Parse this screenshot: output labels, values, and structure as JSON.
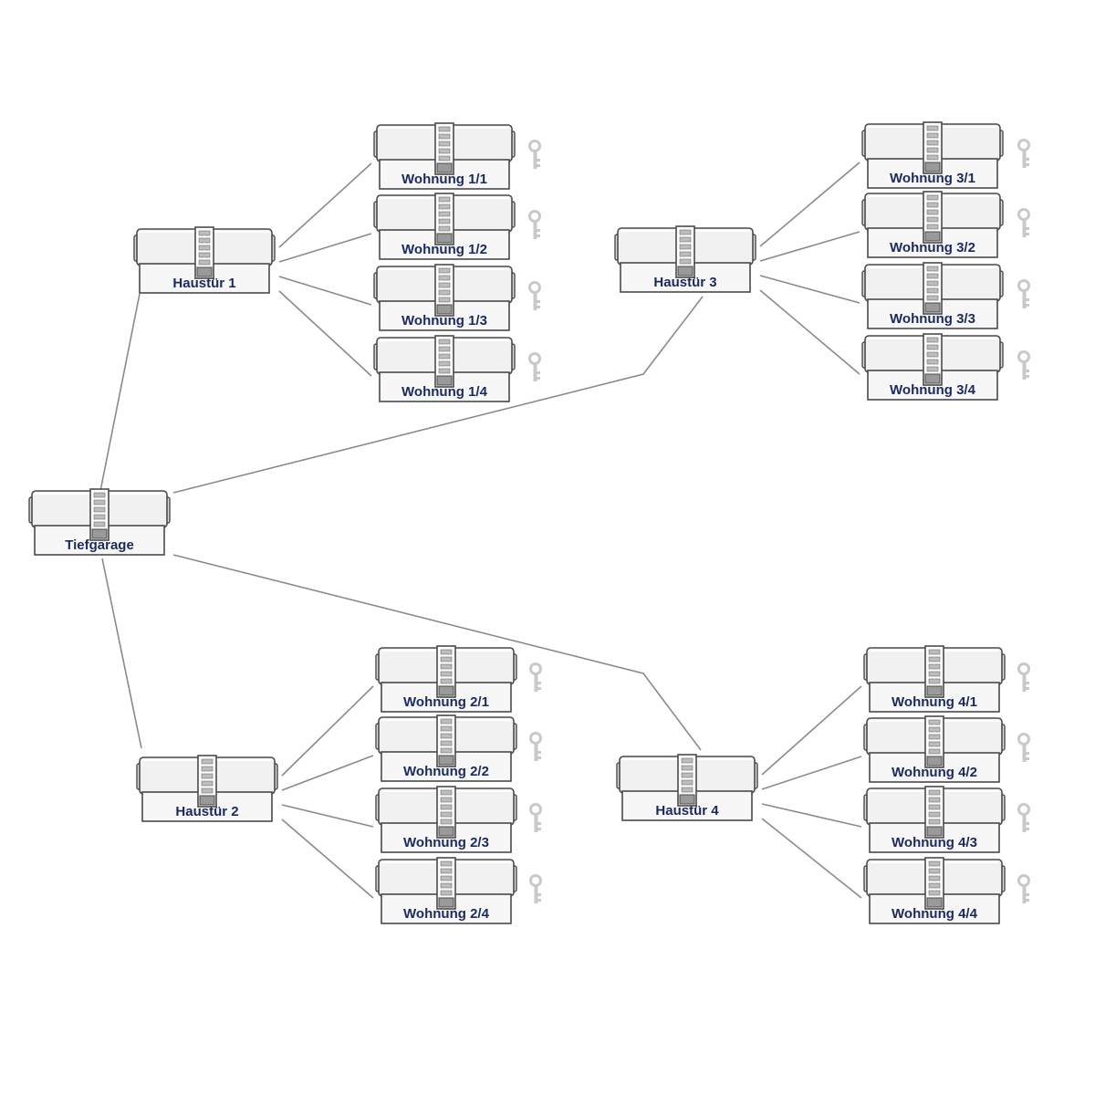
{
  "root": {
    "id": "tiefgarage",
    "label": "Tiefgarage"
  },
  "groups": [
    {
      "id": "haustuer-1",
      "label": "Haustür 1",
      "children": [
        {
          "id": "wohnung-1-1",
          "label": "Wohnung 1/1"
        },
        {
          "id": "wohnung-1-2",
          "label": "Wohnung 1/2"
        },
        {
          "id": "wohnung-1-3",
          "label": "Wohnung 1/3"
        },
        {
          "id": "wohnung-1-4",
          "label": "Wohnung 1/4"
        }
      ]
    },
    {
      "id": "haustuer-3",
      "label": "Haustür 3",
      "children": [
        {
          "id": "wohnung-3-1",
          "label": "Wohnung 3/1"
        },
        {
          "id": "wohnung-3-2",
          "label": "Wohnung 3/2"
        },
        {
          "id": "wohnung-3-3",
          "label": "Wohnung 3/3"
        },
        {
          "id": "wohnung-3-4",
          "label": "Wohnung 3/4"
        }
      ]
    },
    {
      "id": "haustuer-2",
      "label": "Haustür 2",
      "children": [
        {
          "id": "wohnung-2-1",
          "label": "Wohnung 2/1"
        },
        {
          "id": "wohnung-2-2",
          "label": "Wohnung 2/2"
        },
        {
          "id": "wohnung-2-3",
          "label": "Wohnung 2/3"
        },
        {
          "id": "wohnung-2-4",
          "label": "Wohnung 2/4"
        }
      ]
    },
    {
      "id": "haustuer-4",
      "label": "Haustür 4",
      "children": [
        {
          "id": "wohnung-4-1",
          "label": "Wohnung 4/1"
        },
        {
          "id": "wohnung-4-2",
          "label": "Wohnung 4/2"
        },
        {
          "id": "wohnung-4-3",
          "label": "Wohnung 4/3"
        },
        {
          "id": "wohnung-4-4",
          "label": "Wohnung 4/4"
        }
      ]
    }
  ],
  "icons": {
    "cylinder": "lock-cylinder-icon",
    "key": "key-icon"
  },
  "colors": {
    "label": "#1b2a5e",
    "connector": "#8a8a8a",
    "cylinder_fill": "#f1f1f1",
    "cylinder_stroke": "#4a4a4a",
    "key": "#c9c9c9"
  }
}
